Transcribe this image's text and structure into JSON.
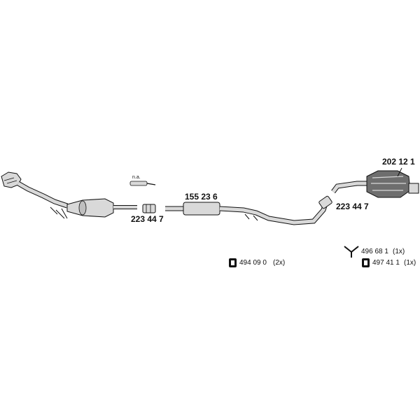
{
  "parts": {
    "front_clamp": "223 44 7",
    "rear_clamp": "223 44 7",
    "center_silencer": "155 23 6",
    "rear_silencer": "202 12 1",
    "sensor_note": "n.a."
  },
  "hardware": {
    "rubber_mount": "494 09 0",
    "rubber_mount_qty": "(2x)",
    "bracket": "496 68 1",
    "bracket_qty": "(1x)",
    "rear_mount": "497 41 1",
    "rear_mount_qty": "(1x)"
  },
  "colors": {
    "ink": "#111111",
    "part_fill": "#d9d9d9",
    "part_dark": "#6e6e6e"
  }
}
